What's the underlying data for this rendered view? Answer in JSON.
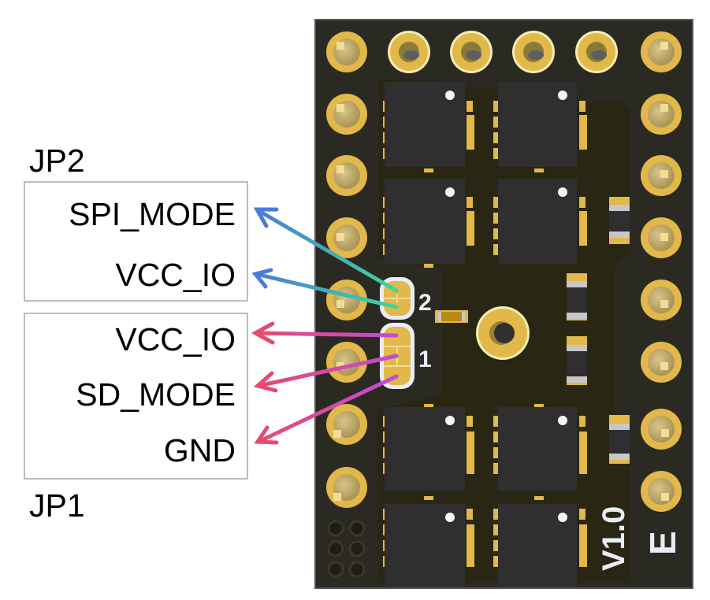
{
  "jumpers": [
    {
      "name": "JP2",
      "pins": [
        "SPI_MODE",
        "VCC_IO"
      ],
      "arrow_gradient": [
        "#4a7bd8",
        "#3ed79a"
      ],
      "pad_label": "2"
    },
    {
      "name": "JP1",
      "pins": [
        "VCC_IO",
        "SD_MODE",
        "GND"
      ],
      "arrow_gradient": [
        "#e84a6f",
        "#c34ad8"
      ],
      "pad_label": "1"
    }
  ],
  "board": {
    "silkscreen_version": "V1.0",
    "silkscreen_mark": "E",
    "colors": {
      "board": "#2b2a22",
      "gold": "#e2b84a",
      "chip": "#2f2f2f",
      "silk": "#e8edf5"
    }
  }
}
